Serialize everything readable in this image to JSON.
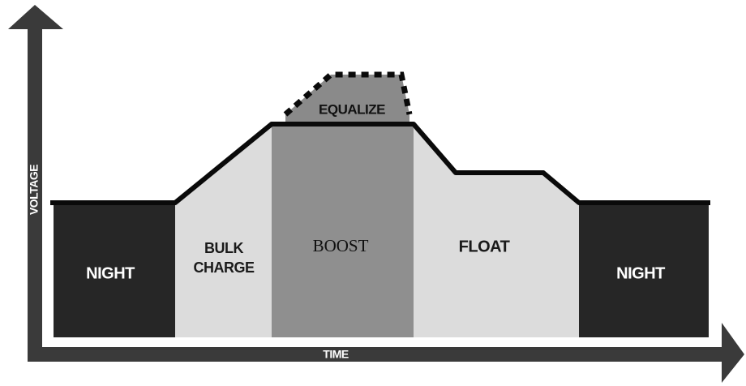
{
  "axes": {
    "y_label": "VOLTAGE",
    "x_label": "TIME"
  },
  "stages": {
    "night_left": "NIGHT",
    "bulk_line1": "BULK",
    "bulk_line2": "CHARGE",
    "boost": "BOOST",
    "equalize": "EQUALIZE",
    "float": "FLOAT",
    "night_right": "NIGHT"
  },
  "colors": {
    "night": "#262626",
    "bulk": "#dcdcdc",
    "boost": "#8f8f8f",
    "equalize": "#8a8a8a",
    "float": "#dcdcdc",
    "axis": "#3a3a3a",
    "curve": "#0a0a0a"
  }
}
